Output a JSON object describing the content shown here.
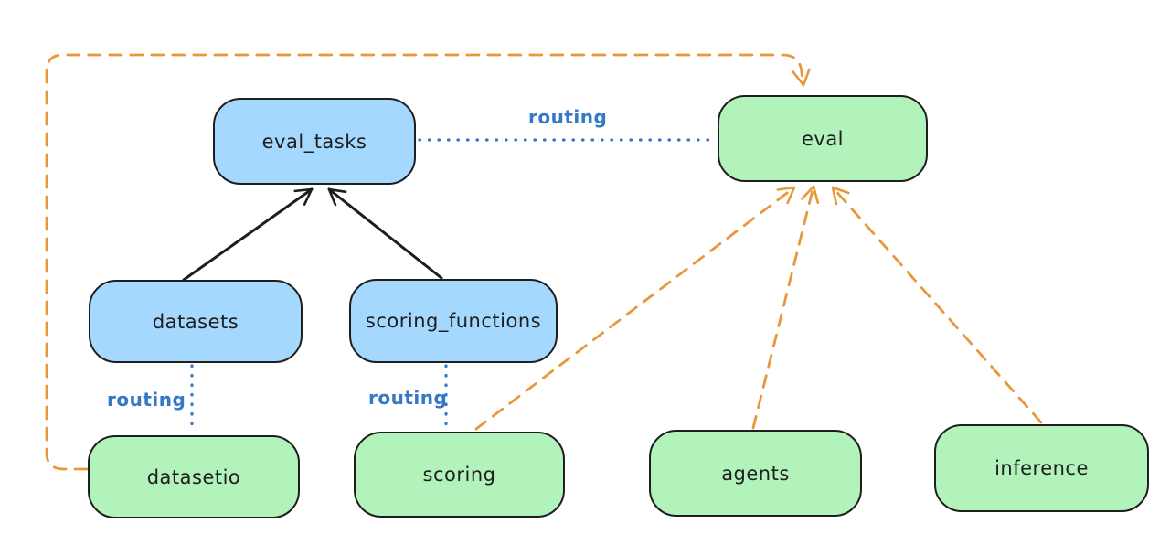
{
  "canvas": {
    "background": "#ffffff"
  },
  "colors": {
    "node_blue_fill": "#a5d8ff",
    "node_green_fill": "#b2f2bb",
    "node_stroke": "#1e1e1e",
    "arrow_black": "#1e1e1e",
    "arrow_orange": "#e8973a",
    "routing_blue": "#3478c6"
  },
  "nodes": {
    "eval_tasks": {
      "label": "eval_tasks",
      "color": "blue"
    },
    "eval": {
      "label": "eval",
      "color": "green"
    },
    "datasets": {
      "label": "datasets",
      "color": "blue"
    },
    "scoring_functions": {
      "label": "scoring_functions",
      "color": "blue"
    },
    "datasetio": {
      "label": "datasetio",
      "color": "green"
    },
    "scoring": {
      "label": "scoring",
      "color": "green"
    },
    "agents": {
      "label": "agents",
      "color": "green"
    },
    "inference": {
      "label": "inference",
      "color": "green"
    }
  },
  "edges": {
    "eval_tasks_to_eval": {
      "from": "eval_tasks",
      "to": "eval",
      "style": "dotted-blue",
      "label": "routing"
    },
    "datasets_to_datasetio": {
      "from": "datasets",
      "to": "datasetio",
      "style": "dotted-blue",
      "label": "routing"
    },
    "scoring_functions_to_scoring": {
      "from": "scoring_functions",
      "to": "scoring",
      "style": "dotted-blue",
      "label": "routing"
    },
    "datasets_to_eval_tasks": {
      "from": "datasets",
      "to": "eval_tasks",
      "style": "solid-black-arrow"
    },
    "scoring_functions_to_eval_tasks": {
      "from": "scoring_functions",
      "to": "eval_tasks",
      "style": "solid-black-arrow"
    },
    "datasetio_to_eval": {
      "from": "datasetio",
      "to": "eval",
      "style": "dashed-orange-arrow"
    },
    "scoring_to_eval": {
      "from": "scoring",
      "to": "eval",
      "style": "dashed-orange-arrow"
    },
    "agents_to_eval": {
      "from": "agents",
      "to": "eval",
      "style": "dashed-orange-arrow"
    },
    "inference_to_eval": {
      "from": "inference",
      "to": "eval",
      "style": "dashed-orange-arrow"
    }
  }
}
